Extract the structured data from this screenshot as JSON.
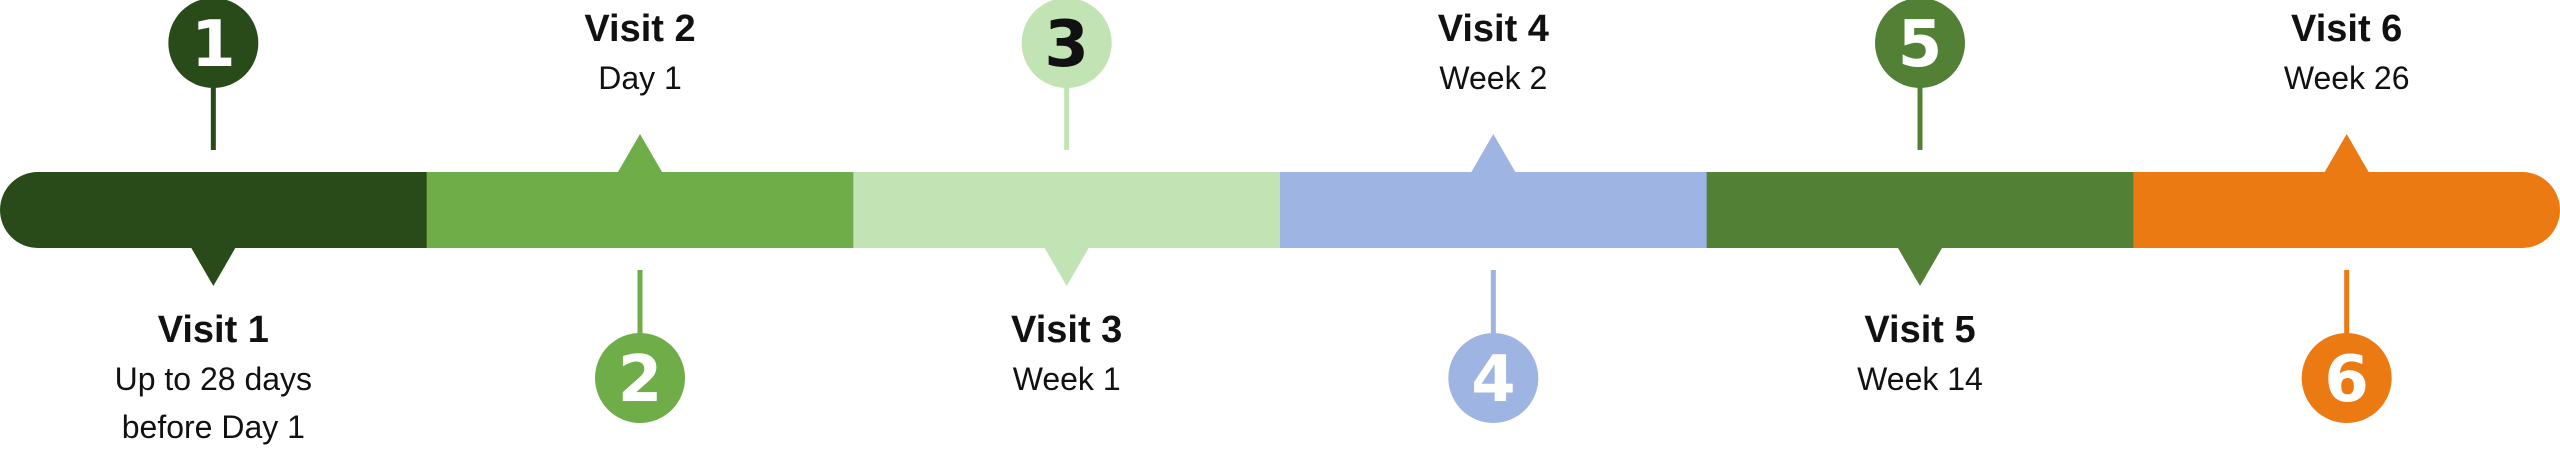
{
  "visits": [
    {
      "number": "1",
      "title": "Visit 1",
      "timing": [
        "Up to 28 days",
        "before Day 1"
      ],
      "color": "#284b19",
      "number_color": "#ffffff",
      "label_position": "below"
    },
    {
      "number": "2",
      "title": "Visit 2",
      "timing": [
        "Day 1"
      ],
      "color": "#6ead47",
      "number_color": "#ffffff",
      "label_position": "above"
    },
    {
      "number": "3",
      "title": "Visit 3",
      "timing": [
        "Week 1"
      ],
      "color": "#c2e3b3",
      "number_color": "#111111",
      "label_position": "below"
    },
    {
      "number": "4",
      "title": "Visit 4",
      "timing": [
        "Week 2"
      ],
      "color": "#9eb4e3",
      "number_color": "#ffffff",
      "label_position": "above"
    },
    {
      "number": "5",
      "title": "Visit 5",
      "timing": [
        "Week 14"
      ],
      "color": "#528136",
      "number_color": "#ffffff",
      "label_position": "below"
    },
    {
      "number": "6",
      "title": "Visit 6",
      "timing": [
        "Week 26"
      ],
      "color": "#ec7a12",
      "number_color": "#ffffff",
      "label_position": "above"
    }
  ]
}
